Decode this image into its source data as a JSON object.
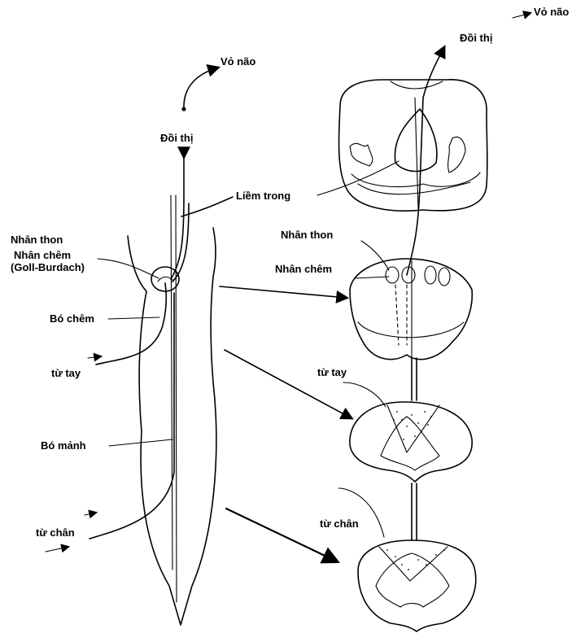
{
  "labels": {
    "vo_nao_top": "Vỏ não",
    "doi_thi_right": "Đồi thị",
    "vo_nao_left": "Vỏ não",
    "doi_thi_left": "Đồi thị",
    "liem_trong": "Liềm trong",
    "nhan_thon_left": "Nhân thon",
    "nhan_chem_left": "Nhân chêm",
    "goll_burdach": "(Goll-Burdach)",
    "nhan_thon_right": "Nhân thon",
    "nhan_chem_right": "Nhân chêm",
    "bo_chem": "Bó chêm",
    "tu_tay_left": "từ tay",
    "tu_tay_right": "từ tay",
    "bo_manh": "Bó mảnh",
    "tu_chan_left": "từ chân",
    "tu_chan_right": "từ chân"
  }
}
